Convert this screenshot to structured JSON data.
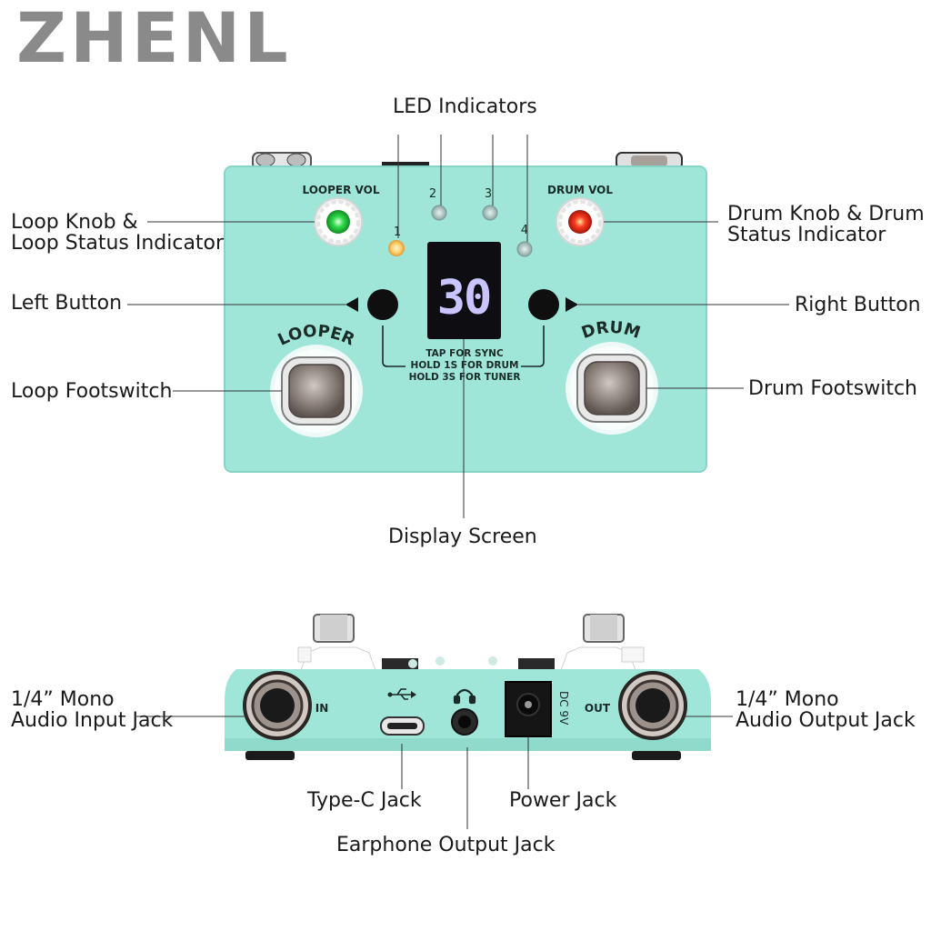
{
  "brand": "ZHENL",
  "labels": {
    "led_indicators": "LED Indicators",
    "loop_knob_line1": "Loop Knob &",
    "loop_knob_line2": "Loop Status Indicator",
    "left_button": "Left Button",
    "loop_footswitch": "Loop Footswitch",
    "drum_knob_line1": "Drum Knob & Drum",
    "drum_knob_line2": "Status Indicator",
    "right_button": "Right Button",
    "drum_footswitch": "Drum Footswitch",
    "display_screen": "Display Screen",
    "input_jack_line1": "1/4” Mono",
    "input_jack_line2": "Audio Input Jack",
    "output_jack_line1": "1/4” Mono",
    "output_jack_line2": "Audio Output Jack",
    "typec_jack": "Type-C Jack",
    "power_jack": "Power Jack",
    "earphone_jack": "Earphone Output Jack"
  },
  "pedal": {
    "looper_vol": "LOOPER VOL",
    "drum_vol": "DRUM VOL",
    "looper": "LOOPER",
    "drum": "DRUM",
    "display_value": "30",
    "led_numbers": [
      "1",
      "2",
      "3",
      "4"
    ],
    "instructions": [
      "TAP FOR SYNC",
      "HOLD 1S FOR DRUM",
      "HOLD 3S FOR TUNER"
    ],
    "jack_in": "IN",
    "jack_out": "OUT",
    "dc_label": "DC 9V"
  },
  "colors": {
    "body": "#9fe6d8",
    "body_edge": "#86d4c5",
    "loop_led": "#2fdc4a",
    "drum_led": "#ff3a1e",
    "led1": "#ffcc66",
    "display_text": "#c9c4ff",
    "brand": "#8a8a8a"
  }
}
